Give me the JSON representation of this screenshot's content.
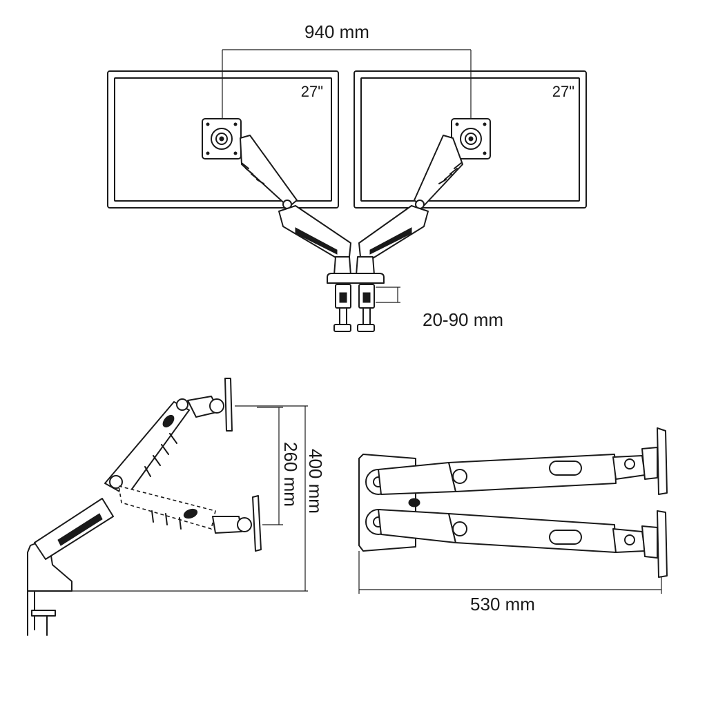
{
  "dimensions": {
    "width_total": "940 mm",
    "monitor_left": "27\"",
    "monitor_right": "27\"",
    "clamp_range": "20-90 mm",
    "lift_range": "260 mm",
    "max_height": "400 mm",
    "reach": "530 mm"
  },
  "colors": {
    "line": "#1a1a1a",
    "background": "#ffffff"
  }
}
